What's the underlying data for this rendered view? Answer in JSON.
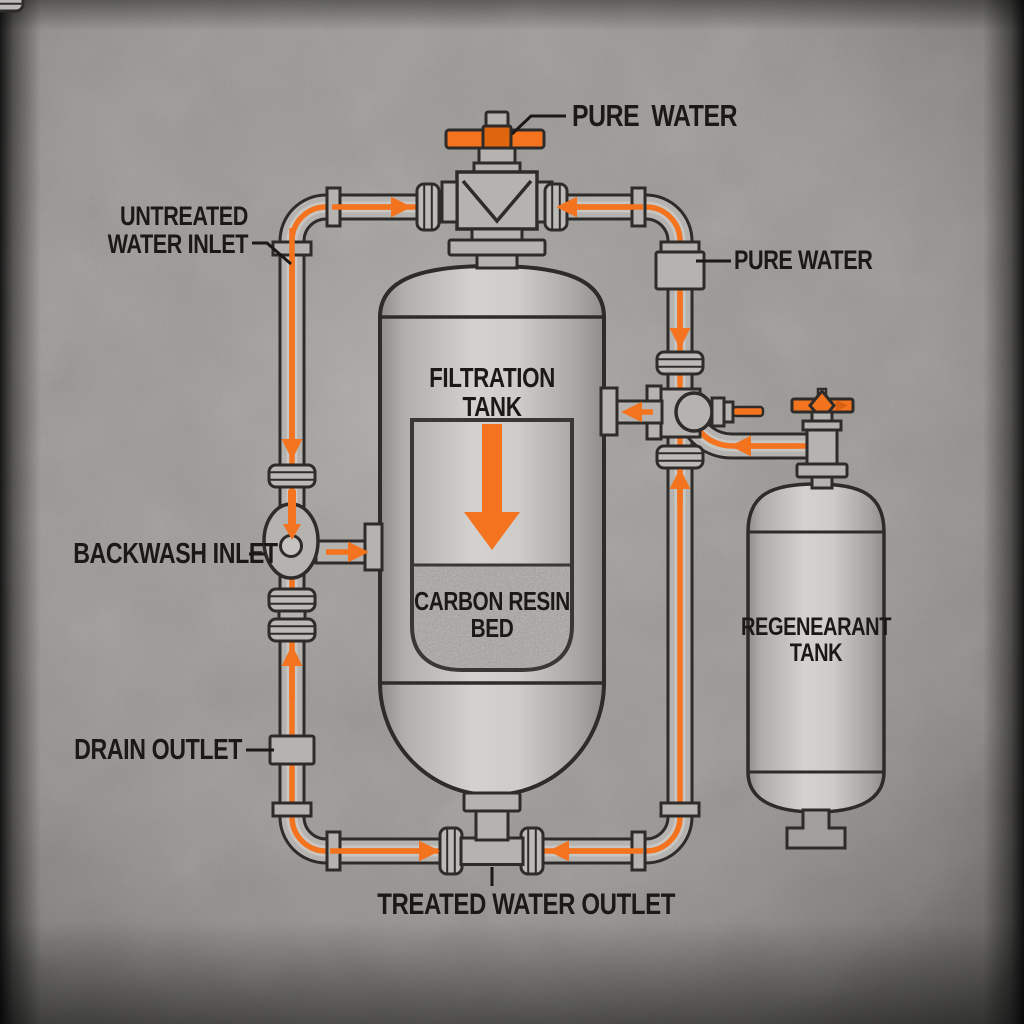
{
  "diagram": {
    "labels": {
      "pure_water_top": "PURE WATER",
      "untreated_inlet_line1": "UNTREATED",
      "untreated_inlet_line2": "WATER INLET",
      "pure_water_right": "PURE WATER",
      "backwash_inlet": "BACKWASH INLET",
      "drain_outlet": "DRAIN OUTLET",
      "treated_water_outlet": "TREATED WATER OUTLET",
      "filtration_tank_line1": "FILTRATION",
      "filtration_tank_line2": "TANK",
      "carbon_bed_line1": "CARBON RESIN",
      "carbon_bed_line2": "BED",
      "regenerant_tank_line1": "REGENEARANT",
      "regenerant_tank_line2": "TANK"
    },
    "colors": {
      "flow_accent": "#f4731f",
      "flow_accent_dark": "#d95f12",
      "line_outline": "#2e2c2a",
      "pipe_fill": "#b5b3af",
      "tank_fill": "#cfcdc9",
      "carbon_bed_fill": "#a8a5a1",
      "label_text": "#1b1918",
      "background_base": "#9a9894"
    }
  }
}
